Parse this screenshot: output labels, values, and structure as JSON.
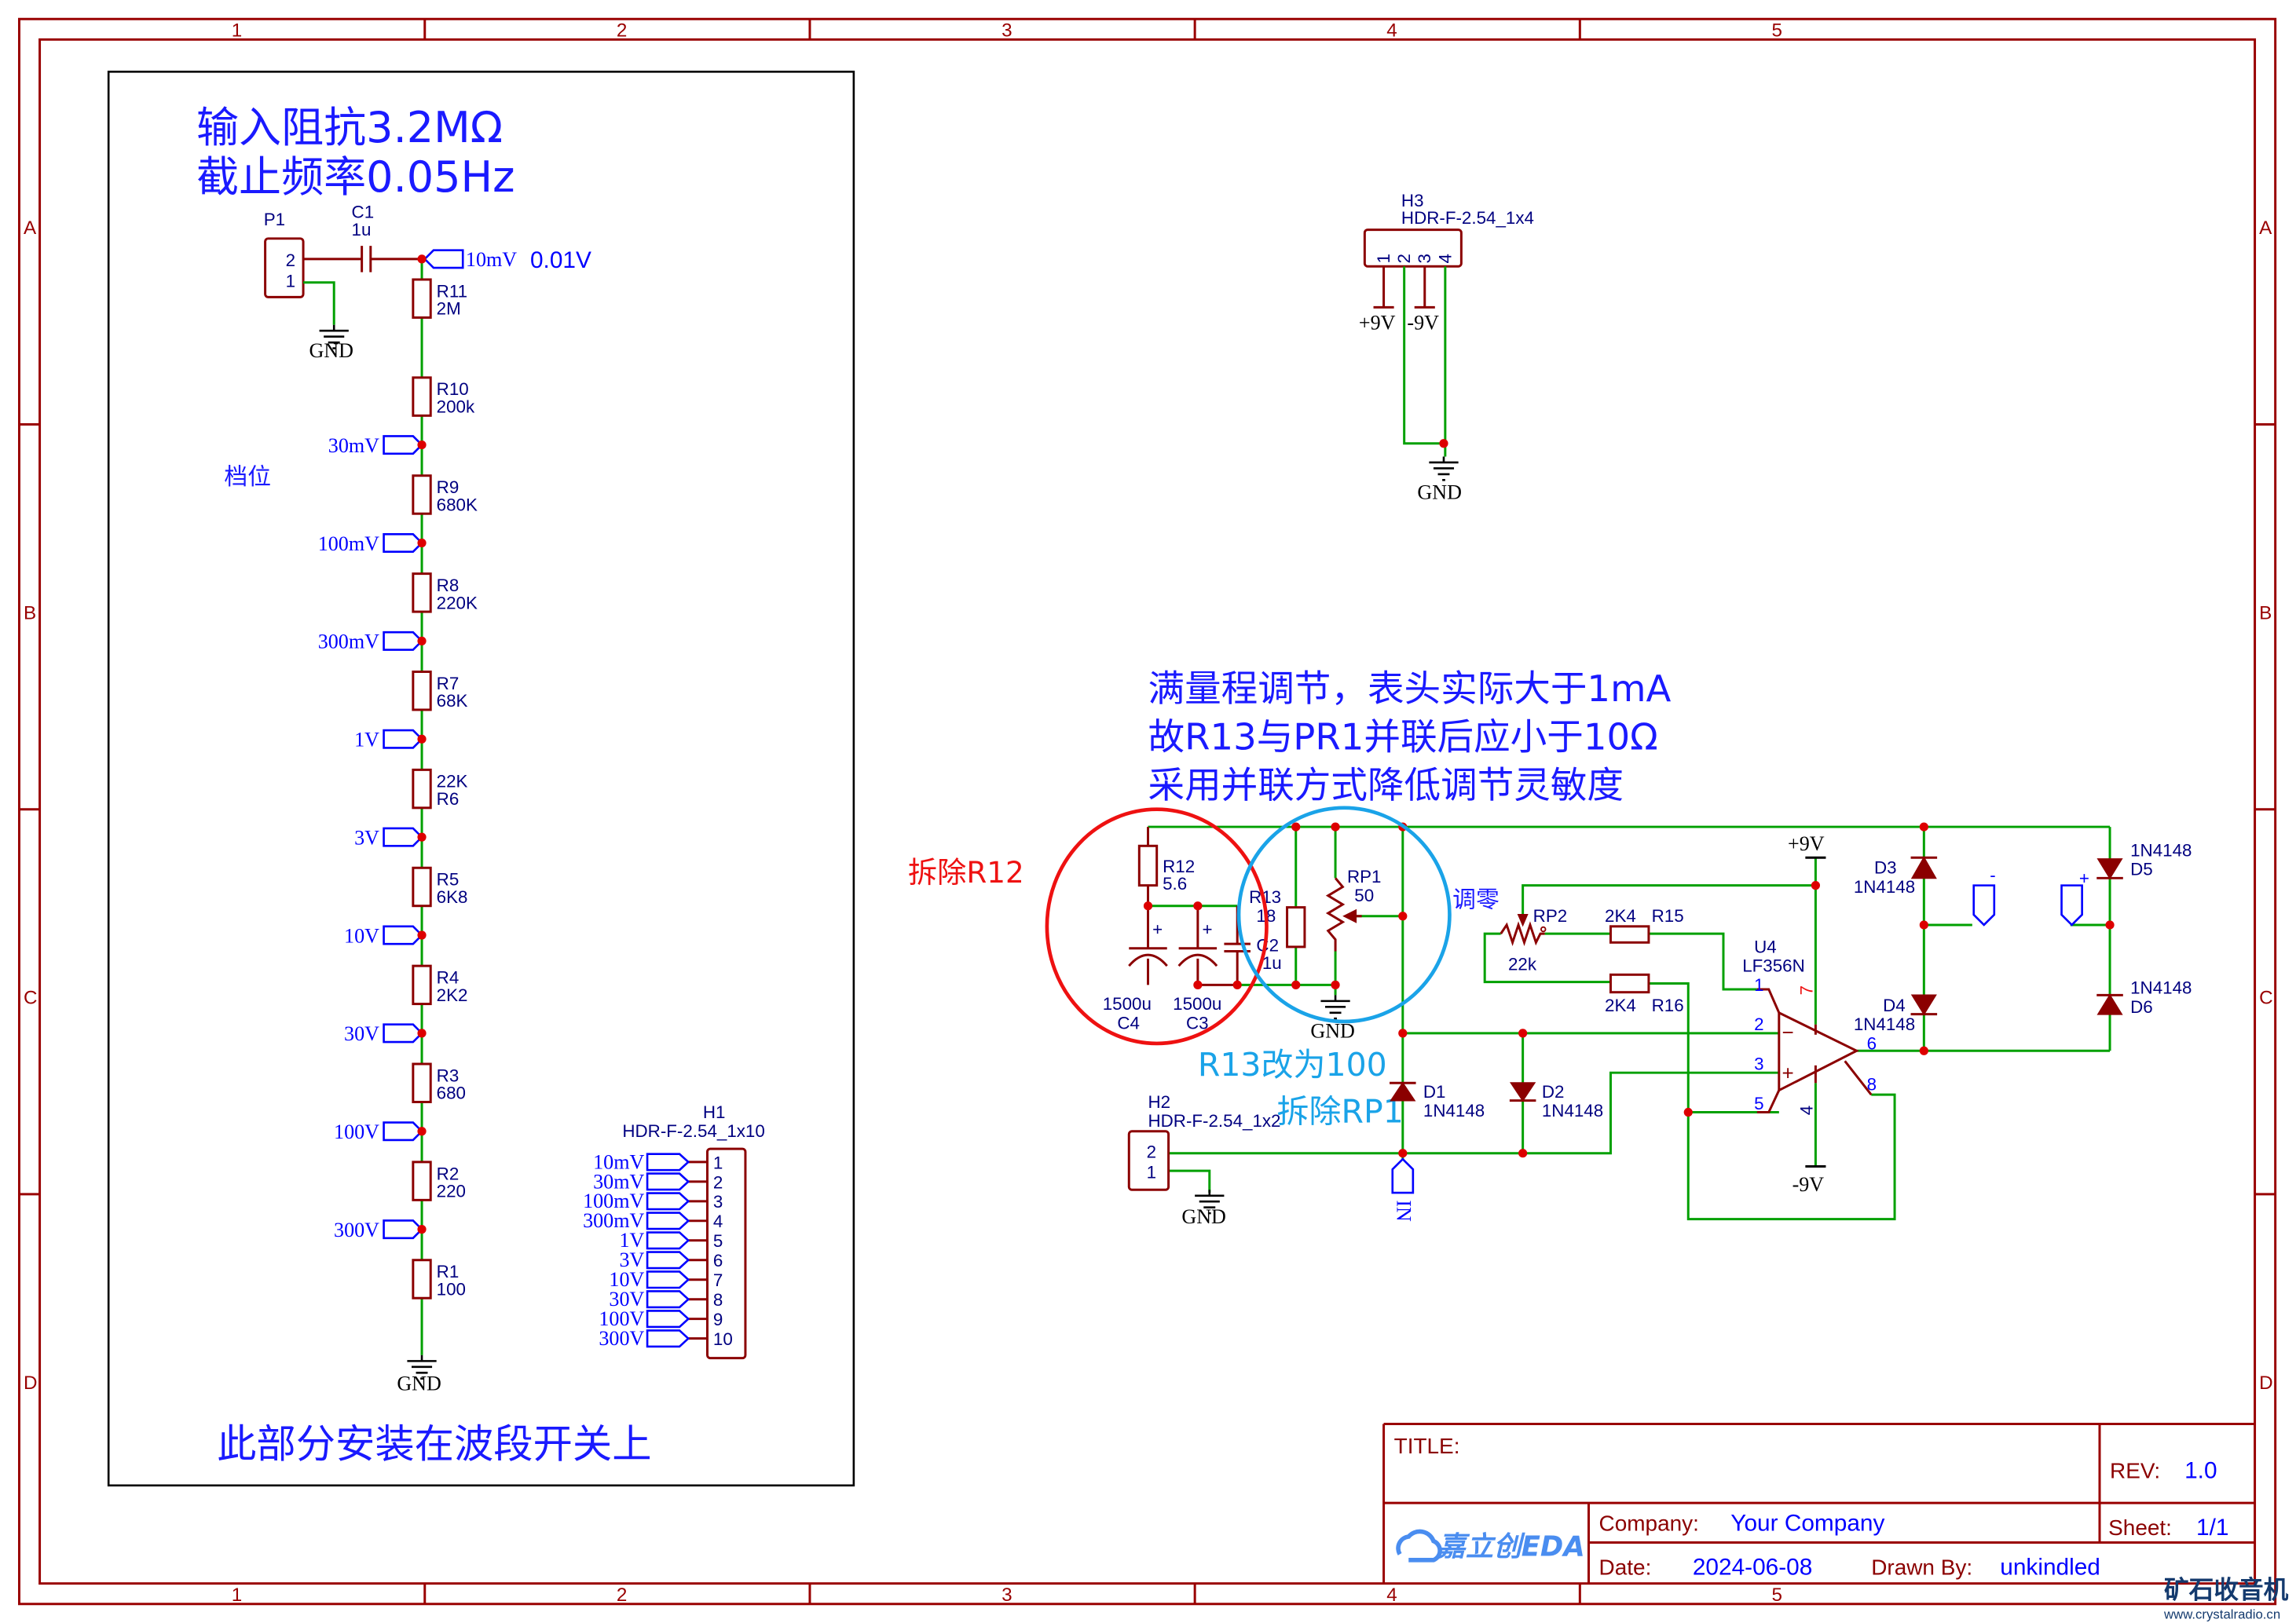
{
  "colors": {
    "frame": "#990000",
    "wire": "#00a000",
    "component": "#8b0000",
    "label": "#0000ff",
    "note_red": "#ee1111",
    "note_cyan": "#1aa3e8"
  },
  "frame": {
    "columns": [
      "1",
      "2",
      "3",
      "4",
      "5"
    ],
    "rows": [
      "A",
      "B",
      "C",
      "D"
    ]
  },
  "notes": {
    "input_impedance": "输入阻抗3.2MΩ",
    "cutoff": "截止频率0.05Hz",
    "range_label": "档位",
    "switch_note": "此部分安装在波段开关上",
    "voltage_note": "0.01V",
    "full_scale": [
      "满量程调节，表头实际大于1mA",
      "故R13与PR1并联后应小于10Ω",
      "采用并联方式降低调节灵敏度"
    ],
    "remove_r12": "拆除R12",
    "zero_adjust": "调零",
    "r13_change": "R13改为100",
    "remove_rp1": "拆除RP1"
  },
  "p1": {
    "ref": "P1",
    "pins": [
      "2",
      "1"
    ]
  },
  "c1": {
    "ref": "C1",
    "value": "1u"
  },
  "gnd": "GND",
  "ladder": {
    "resistors": [
      {
        "ref": "R11",
        "value": "2M"
      },
      {
        "ref": "R10",
        "value": "200k"
      },
      {
        "ref": "R9",
        "value": "680K"
      },
      {
        "ref": "R8",
        "value": "220K"
      },
      {
        "ref": "R7",
        "value": "68K"
      },
      {
        "ref": "22K",
        "value": "R6"
      },
      {
        "ref": "R5",
        "value": "6K8"
      },
      {
        "ref": "R4",
        "value": "2K2"
      },
      {
        "ref": "R3",
        "value": "680"
      },
      {
        "ref": "R2",
        "value": "220"
      },
      {
        "ref": "R1",
        "value": "100"
      }
    ],
    "taps": [
      "10mV",
      "30mV",
      "100mV",
      "300mV",
      "1V",
      "3V",
      "10V",
      "30V",
      "100V",
      "300V"
    ]
  },
  "h1": {
    "ref": "H1",
    "footprint": "HDR-F-2.54_1x10",
    "pins": [
      "1",
      "2",
      "3",
      "4",
      "5",
      "6",
      "7",
      "8",
      "9",
      "10"
    ],
    "nets": [
      "10mV",
      "30mV",
      "100mV",
      "300mV",
      "1V",
      "3V",
      "10V",
      "30V",
      "100V",
      "300V"
    ]
  },
  "h3": {
    "ref": "H3",
    "footprint": "HDR-F-2.54_1x4",
    "pins": [
      "1",
      "2",
      "3",
      "4"
    ],
    "pos": "+9V",
    "neg": "-9V"
  },
  "h2": {
    "ref": "H2",
    "footprint": "HDR-F-2.54_1x2",
    "pins": [
      "2",
      "1"
    ]
  },
  "parts": {
    "r12": {
      "ref": "R12",
      "value": "5.6"
    },
    "r13": {
      "ref": "R13",
      "value": "18"
    },
    "rp1": {
      "ref": "RP1",
      "value": "50"
    },
    "c2": {
      "ref": "C2",
      "value": "1u"
    },
    "c3": {
      "ref": "C3",
      "value": "1500u"
    },
    "c4": {
      "ref": "C4",
      "value": "1500u"
    },
    "rp2": {
      "ref": "RP2",
      "value": "22k"
    },
    "r15": {
      "ref": "R15",
      "value": "2K4"
    },
    "r16": {
      "ref": "R16",
      "value": "2K4"
    },
    "u4": {
      "ref": "U4",
      "value": "LF356N",
      "pins": [
        "1",
        "2",
        "3",
        "5",
        "6",
        "8",
        "4",
        "7"
      ],
      "minus": "−",
      "plus": "+"
    },
    "d1": {
      "ref": "D1",
      "value": "1N4148"
    },
    "d2": {
      "ref": "D2",
      "value": "1N4148"
    },
    "d3": {
      "ref": "D3",
      "value": "1N4148"
    },
    "d4": {
      "ref": "D4",
      "value": "1N4148"
    },
    "d5": {
      "ref": "D5",
      "value": "1N4148"
    },
    "d6": {
      "ref": "D6",
      "value": "1N4148"
    }
  },
  "nets": {
    "pos": "+9V",
    "neg": "-9V",
    "in": "IN",
    "meter_minus": "-",
    "meter_plus": "+"
  },
  "title_block": {
    "title_label": "TITLE:",
    "title_value": "",
    "rev_label": "REV:",
    "rev_value": "1.0",
    "company_label": "Company:",
    "company_value": "Your Company",
    "sheet_label": "Sheet:",
    "sheet_value": "1/1",
    "date_label": "Date:",
    "date_value": "2024-06-08",
    "drawn_label": "Drawn By:",
    "drawn_value": "unkindled",
    "logo": "嘉立创EDA"
  },
  "watermark": {
    "name": "矿石收音机",
    "url": "www.crystalradio.cn"
  }
}
